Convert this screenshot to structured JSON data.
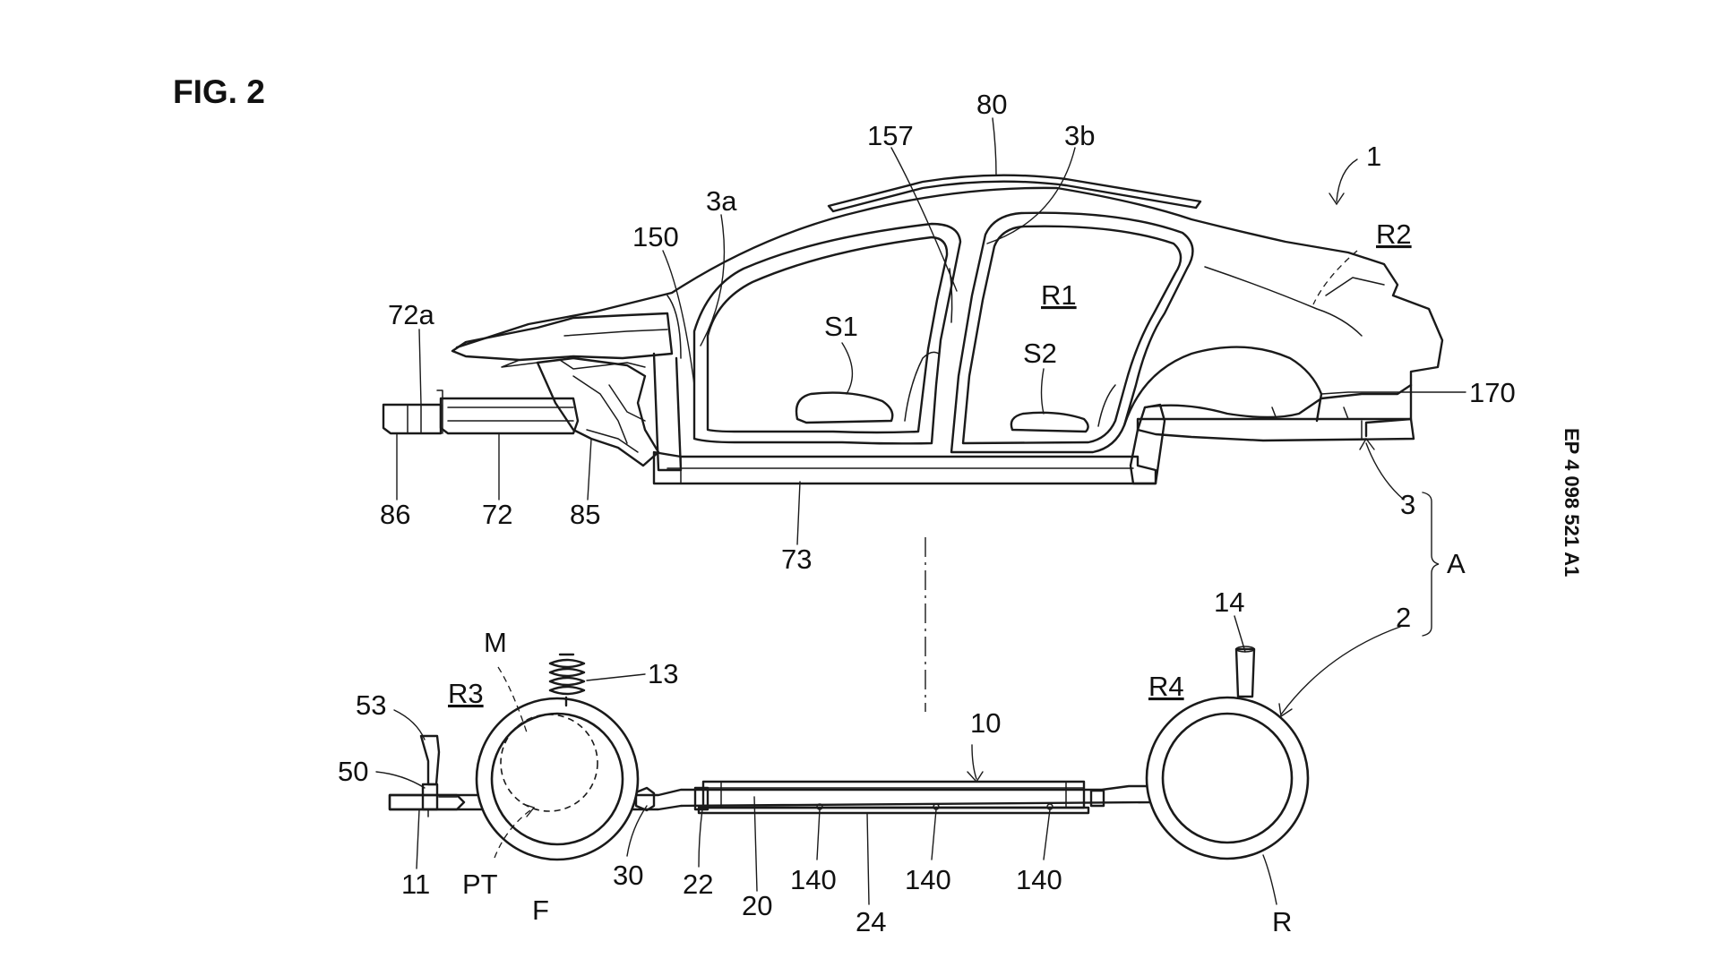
{
  "figure": {
    "title": "FIG. 2",
    "publication_number": "EP 4 098 521 A1"
  },
  "labels": {
    "l1": "1",
    "l2": "2",
    "l3": "3",
    "l3a": "3a",
    "l3b": "3b",
    "l10": "10",
    "l11": "11",
    "l13": "13",
    "l14": "14",
    "l20": "20",
    "l22": "22",
    "l24": "24",
    "l30": "30",
    "l50": "50",
    "l53": "53",
    "l72": "72",
    "l72a": "72a",
    "l73": "73",
    "l80": "80",
    "l85": "85",
    "l86": "86",
    "l140a": "140",
    "l140b": "140",
    "l140c": "140",
    "l150": "150",
    "l157": "157",
    "l170": "170",
    "lA": "A",
    "lF": "F",
    "lM": "M",
    "lPT": "PT",
    "lR": "R",
    "lR1": "R1",
    "lR2": "R2",
    "lR3": "R3",
    "lR4": "R4",
    "lS1": "S1",
    "lS2": "S2"
  }
}
